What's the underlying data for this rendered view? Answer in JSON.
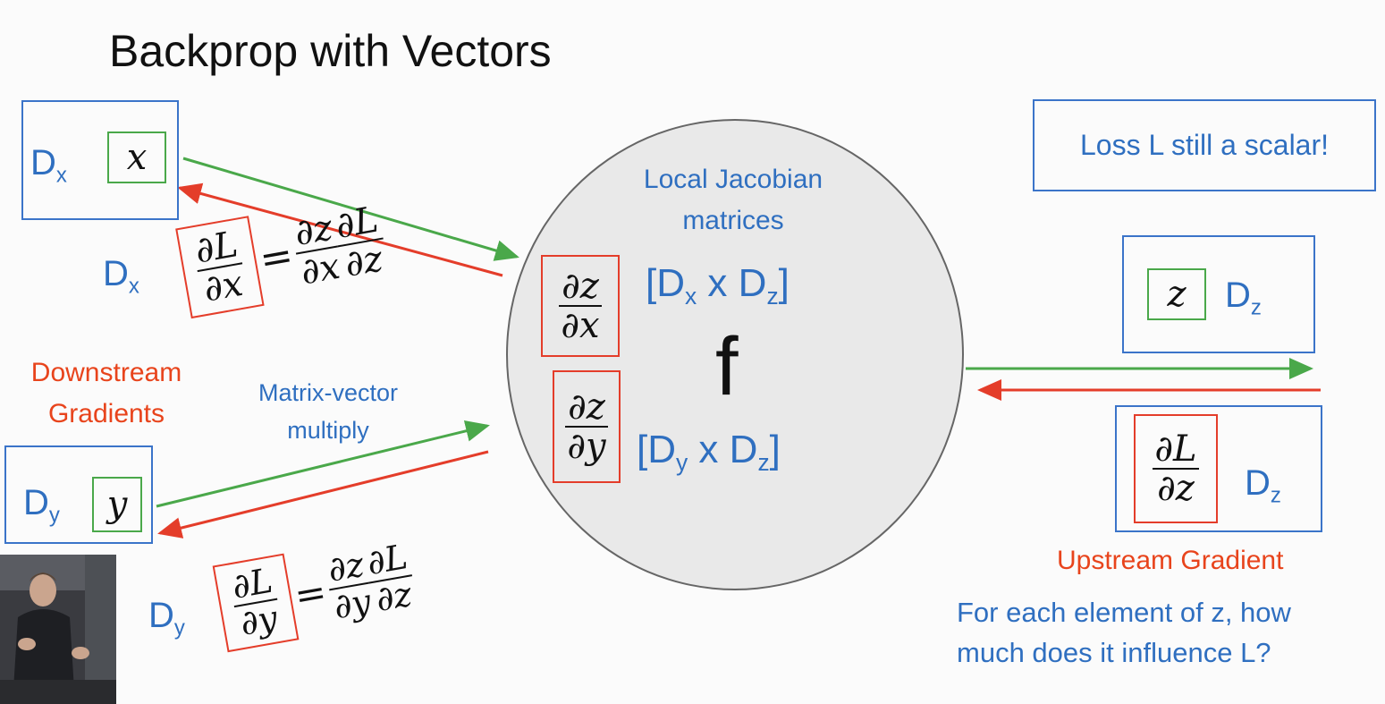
{
  "slide": {
    "title": "Backprop with Vectors",
    "loss_note": "Loss L still a scalar!",
    "circle": {
      "label": "Local Jacobian matrices",
      "function": "f",
      "jacobian_x": {
        "num": "∂z",
        "den": "∂x",
        "dims": "[Dx x Dz]",
        "dim_a": "x",
        "dim_b": "z"
      },
      "jacobian_y": {
        "num": "∂z",
        "den": "∂y",
        "dims": "[Dy x Dz]",
        "dim_a": "y",
        "dim_b": "z"
      }
    },
    "input_x": {
      "dim": "D",
      "dim_sub": "x",
      "var": "x"
    },
    "input_y": {
      "dim": "D",
      "dim_sub": "y",
      "var": "y"
    },
    "output_z": {
      "dim": "D",
      "dim_sub": "z",
      "var": "z"
    },
    "grad_x": {
      "dim": "D",
      "dim_sub": "x",
      "lhs_num": "∂L",
      "lhs_den": "∂x",
      "r1_num": "∂z",
      "r1_den": "∂x",
      "r2_num": "∂L",
      "r2_den": "∂z"
    },
    "grad_y": {
      "dim": "D",
      "dim_sub": "y",
      "lhs_num": "∂L",
      "lhs_den": "∂y",
      "r1_num": "∂z",
      "r1_den": "∂y",
      "r2_num": "∂L",
      "r2_den": "∂z"
    },
    "upstream": {
      "dim": "D",
      "dim_sub": "z",
      "num": "∂L",
      "den": "∂z"
    },
    "labels": {
      "downstream_line1": "Downstream",
      "downstream_line2": "Gradients",
      "matvec_line1": "Matrix-vector",
      "matvec_line2": "multiply",
      "upstream": "Upstream Gradient",
      "question_line1": "For each element of z, how",
      "question_line2": "much does it influence L?"
    },
    "colors": {
      "blue": "#2f6fc0",
      "red": "#e8441c",
      "green": "#4aa84a"
    }
  }
}
